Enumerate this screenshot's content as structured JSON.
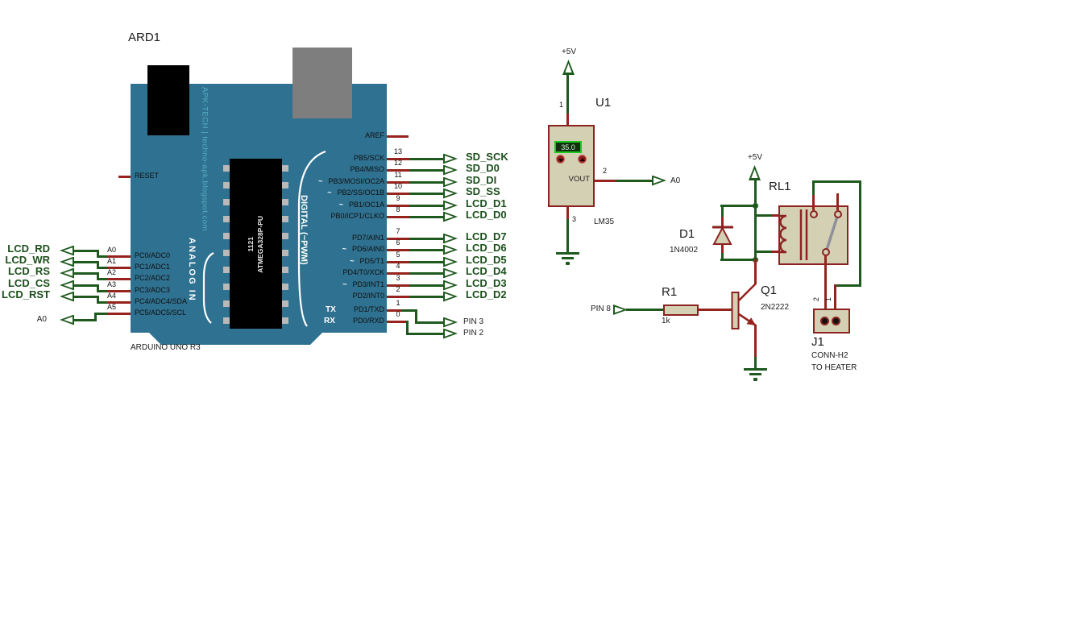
{
  "colors": {
    "board": "#2f7190",
    "wire_green": "#1e5a1e",
    "wire_red": "#96231e",
    "component_fill": "#d4d0b4",
    "component_outline": "#8b2220",
    "net_label": "#1b4f1b",
    "ink": "#1c1c1c",
    "watermark": "#58aec6",
    "usb_gray": "#7e7e7e",
    "display_frame": "#1fca1f",
    "display_bg": "#0e330e",
    "display_text": "#daf0da",
    "armature": "#8f8f9a"
  },
  "arduino": {
    "ref": "ARD1",
    "name": "ARDUINO UNO R3",
    "watermark": "APK-TECH | techno-apk.blogspot.com",
    "chip_marking": "1121",
    "chip_part": "ATMEGA328P-PU",
    "analog_header": "ANALOG IN",
    "digital_header": "DIGITAL (~PWM)",
    "reset_label": "RESET",
    "aref_label": "AREF",
    "pwm_mark": "~",
    "analog_pins": [
      {
        "pin": "PC0/ADC0",
        "num": "A0",
        "net": "LCD_RD"
      },
      {
        "pin": "PC1/ADC1",
        "num": "A1",
        "net": "LCD_WR"
      },
      {
        "pin": "PC2/ADC2",
        "num": "A2",
        "net": "LCD_RS"
      },
      {
        "pin": "PC3/ADC3",
        "num": "A3",
        "net": "LCD_CS"
      },
      {
        "pin": "PC4/ADC4/SDA",
        "num": "A4",
        "net": "LCD_RST"
      },
      {
        "pin": "PC5/ADC5/SCL",
        "num": "A5",
        "net": "A0"
      }
    ],
    "digital_pins": [
      {
        "pin": "PB5/SCK",
        "num": "13",
        "net": "SD_SCK",
        "pwm": false
      },
      {
        "pin": "PB4/MISO",
        "num": "12",
        "net": "SD_D0",
        "pwm": false
      },
      {
        "pin": "PB3/MOSI/OC2A",
        "num": "11",
        "net": "SD_DI",
        "pwm": true
      },
      {
        "pin": "PB2/SS/OC1B",
        "num": "10",
        "net": "SD_SS",
        "pwm": true
      },
      {
        "pin": "PB1/OC1A",
        "num": "9",
        "net": "LCD_D1",
        "pwm": true
      },
      {
        "pin": "PB0/ICP1/CLKO",
        "num": "8",
        "net": "LCD_D0",
        "pwm": false
      },
      {
        "pin": "PD7/AIN1",
        "num": "7",
        "net": "LCD_D7",
        "pwm": false
      },
      {
        "pin": "PD6/AIN0",
        "num": "6",
        "net": "LCD_D6",
        "pwm": true
      },
      {
        "pin": "PD5/T1",
        "num": "5",
        "net": "LCD_D5",
        "pwm": true
      },
      {
        "pin": "PD4/T0/XCK",
        "num": "4",
        "net": "LCD_D4",
        "pwm": false
      },
      {
        "pin": "PD3/INT1",
        "num": "3",
        "net": "LCD_D3",
        "pwm": true
      },
      {
        "pin": "PD2/INT0",
        "num": "2",
        "net": "LCD_D2",
        "pwm": false
      }
    ],
    "serial_pins": [
      {
        "pin": "PD1/TXD",
        "num": "1",
        "flag": "TX",
        "net": "PIN 3"
      },
      {
        "pin": "PD0/RXD",
        "num": "0",
        "flag": "RX",
        "net": "PIN 2"
      }
    ]
  },
  "sensor": {
    "ref": "U1",
    "part": "LM35",
    "display_value": "35.0",
    "vout_label": "VOUT",
    "pin1": "1",
    "pin2": "2",
    "pin3": "3",
    "out_net": "A0",
    "vcc": "+5V"
  },
  "relay": {
    "ref": "RL1",
    "vcc": "+5V"
  },
  "diode": {
    "ref": "D1",
    "part": "1N4002"
  },
  "transistor": {
    "ref": "Q1",
    "part": "2N2222"
  },
  "resistor": {
    "ref": "R1",
    "value": "1k",
    "input_net": "PIN 8"
  },
  "connector": {
    "ref": "J1",
    "part": "CONN-H2",
    "note": "TO HEATER",
    "pin1": "1",
    "pin2": "2"
  }
}
